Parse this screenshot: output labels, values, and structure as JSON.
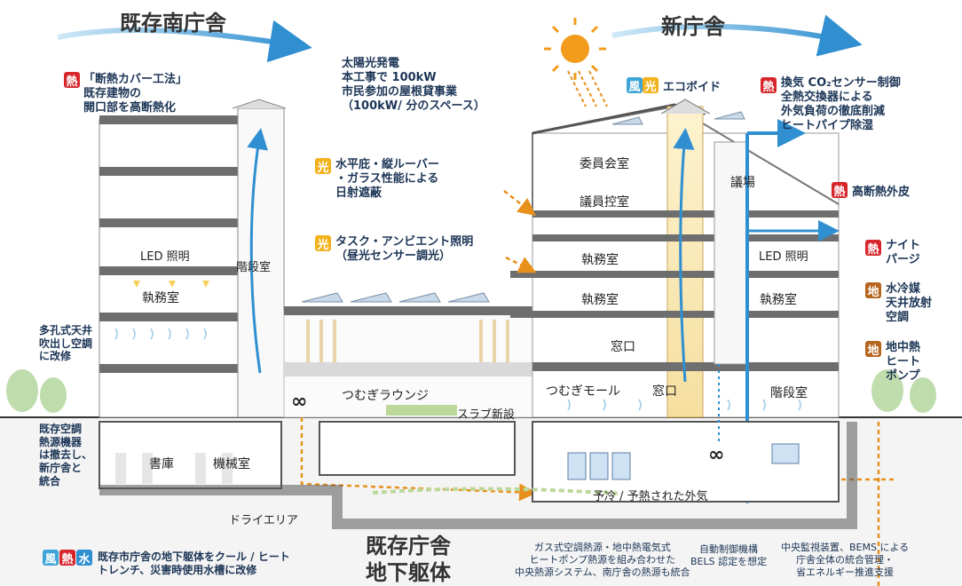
{
  "titles": {
    "existing_south": "既存南庁舎",
    "new_building": "新庁舎",
    "existing_underground_1": "既存庁舎",
    "existing_underground_2": "地下躯体"
  },
  "badges": {
    "heat": "熱",
    "light": "光",
    "wind": "風",
    "earth": "地",
    "water": "水"
  },
  "annotations": {
    "insulation": [
      "「断熱カバー工法」",
      "既存建物の",
      "開口部を高断熱化"
    ],
    "solar": [
      "太陽光発電",
      "本工事で 100kW",
      "市民参加の屋根貸事業",
      "（100kW/ 分のスペース）"
    ],
    "louver": [
      "水平庇・縦ルーバー",
      "・ガラス性能による",
      "日射遮蔽"
    ],
    "task_ambient": [
      "タスク・アンビエント照明",
      "（昼光センサー調光）"
    ],
    "eco_void": "エコボイド",
    "ventilation": [
      "換気 CO₂センサー制御",
      "全熱交換器による",
      "外気負荷の徹底削減",
      "ヒートパイプ除湿"
    ],
    "high_insulation": "高断熱外皮",
    "night_purge": [
      "ナイト",
      "パージ"
    ],
    "water_refrigerant": [
      "水冷媒",
      "天井放射",
      "空調"
    ],
    "geothermal": [
      "地中熱",
      "ヒート",
      "ポンプ"
    ],
    "porous_ceiling": [
      "多孔式天井",
      "吹出し空調",
      "に改修"
    ],
    "existing_hvac": [
      "既存空調",
      "熱源機器",
      "は撤去し、",
      "新庁舎と",
      "統合"
    ],
    "underground_reuse": [
      "既存市庁舎の地下躯体をクール / ヒート",
      "トレンチ、災害時使用水槽に改修"
    ],
    "gas_heat": [
      "ガス式空調熱源・地中熱電気式",
      "ヒートポンプ熱源を組み合わせた",
      "中央熱源システム、南庁舎の熱源も統合"
    ],
    "auto_control": [
      "自動制御機構",
      "BELS 認定を想定"
    ],
    "bems": [
      "中央監視装置、BEMS による",
      "庁舎全体の統合管理・",
      "省エネルギー推進支援"
    ]
  },
  "rooms": {
    "led_left": "LED 照明",
    "office_left": "執務室",
    "stairwell_left": "階段室",
    "archive": "書庫",
    "machine_room": "機械室",
    "dry_area": "ドライエリア",
    "lounge": "つむぎラウンジ",
    "new_slab": "スラブ新設",
    "committee_room": "委員会室",
    "waiting_room": "議員控室",
    "assembly_hall": "議場",
    "office_new_1": "執務室",
    "office_new_2": "執務室",
    "office_new_3": "執務室",
    "led_right": "LED 照明",
    "counter_1": "窓口",
    "counter_2": "窓口",
    "mall": "つむぎモール",
    "stairwell_right": "階段室",
    "precooled_air": "予冷 / 予熱された外気",
    "infinity_1": "∞",
    "infinity_2": "∞"
  },
  "colors": {
    "accent_blue": "#2f8fd0",
    "heat_red": "#d7262b",
    "light_yellow": "#f2b21b",
    "earth_brown": "#b5651d",
    "text_navy": "#1c3556",
    "slab_gray": "#6e6e6e"
  }
}
